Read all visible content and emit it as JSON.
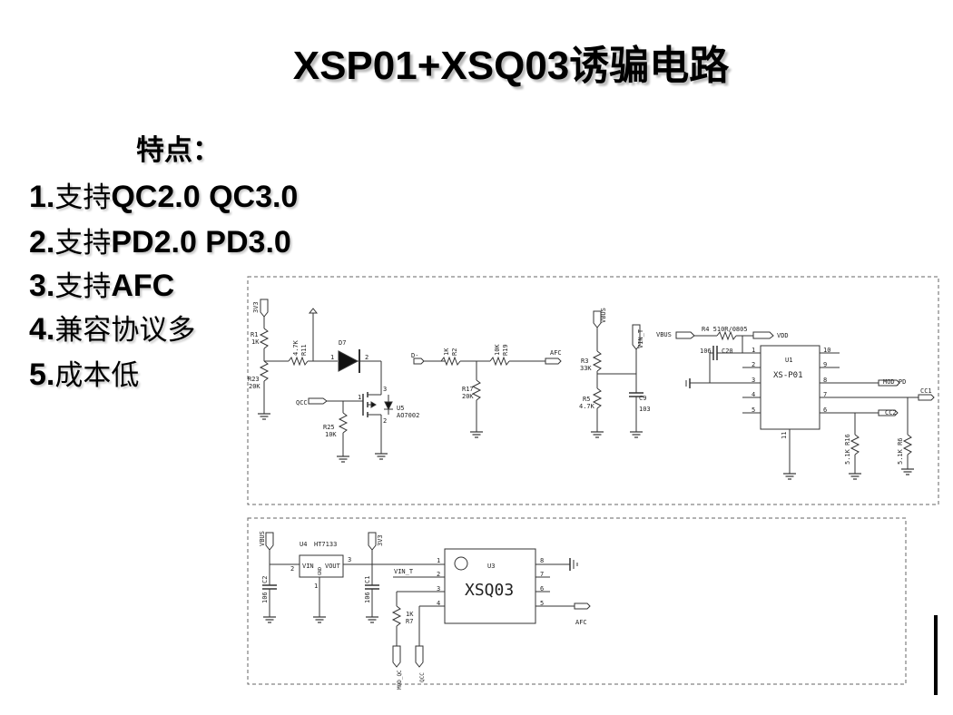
{
  "title": "XSP01+XSQ03诱骗电路",
  "features": {
    "heading": "特点：",
    "items": [
      {
        "num": "1.",
        "label": "支持",
        "value": "QC2.0 QC3.0"
      },
      {
        "num": "2.",
        "label": "支持",
        "value": "PD2.0 PD3.0"
      },
      {
        "num": "3.",
        "label": "支持",
        "value": "AFC"
      },
      {
        "num": "4.",
        "label": "兼容协议多",
        "value": ""
      },
      {
        "num": "5.",
        "label": "成本低",
        "value": ""
      }
    ]
  },
  "schematic_top": {
    "net_3v3": "3V3",
    "r1_ref": "R1",
    "r1_val": "1K",
    "r23_ref": "R23",
    "r23_val": "20K",
    "r11_val": "4.7K",
    "r11_ref": "R11",
    "d7_ref": "D7",
    "d7_pin1": "1",
    "d7_pin2": "2",
    "net_dminus": "D-",
    "net_qcc": "QCC",
    "r25_ref": "R25",
    "r25_val": "10K",
    "u5_ref": "U5",
    "u5_part": "AO7002",
    "u5_pin1": "1",
    "u5_pin2": "2",
    "u5_pin3": "3",
    "r2_val": "1K",
    "r2_ref": "R2",
    "r19_val": "10K",
    "r19_ref": "R19",
    "net_afc": "AFC",
    "r17_ref": "R17",
    "r17_val": "20K",
    "net_vbus": "VBUS",
    "net_vin_t": "VIN_T",
    "r3_ref": "R3",
    "r3_val": "33K",
    "r5_ref": "R5",
    "r5_val": "4.7K",
    "c9_ref": "C9",
    "c9_val": "103",
    "r4_label": "R4 510R/0805",
    "net_vdd": "VDD",
    "c20_val": "106",
    "c20_ref": "C20",
    "u1_ref": "U1",
    "u1_part": "XS-P01",
    "u1_pins_left": [
      "1",
      "2",
      "3",
      "4",
      "5"
    ],
    "u1_pins_right": [
      "10",
      "9",
      "8",
      "7",
      "6"
    ],
    "u1_pin_bottom": "11",
    "net_mod_pd": "MOD_PD",
    "net_cc1": "CC1",
    "net_cc2": "CC2",
    "r16_label": "5.1K R16",
    "r6_label": "5.1K R6"
  },
  "schematic_bottom": {
    "net_vbus": "VBUS",
    "u4_ref": "U4",
    "u4_part": "HT7133",
    "u4_vin": "VIN",
    "u4_vout": "VOUT",
    "u4_gnd": "GND",
    "u4_pin1": "1",
    "u4_pin2": "2",
    "u4_pin3": "3",
    "net_3v3": "3V3",
    "c2_ref": "C2",
    "c2_val": "106",
    "c1_ref": "C1",
    "c1_val": "106",
    "net_vin_t": "VIN_T",
    "u3_ref": "U3",
    "u3_part": "XSQ03",
    "u3_pins_left": [
      "1",
      "2",
      "3",
      "4"
    ],
    "u3_pins_right": [
      "8",
      "7",
      "6",
      "5"
    ],
    "r7_val": "1K",
    "r7_ref": "R7",
    "net_afc": "AFC",
    "net_mod_qc": "MOD_QC",
    "net_qcc": "QCC"
  }
}
